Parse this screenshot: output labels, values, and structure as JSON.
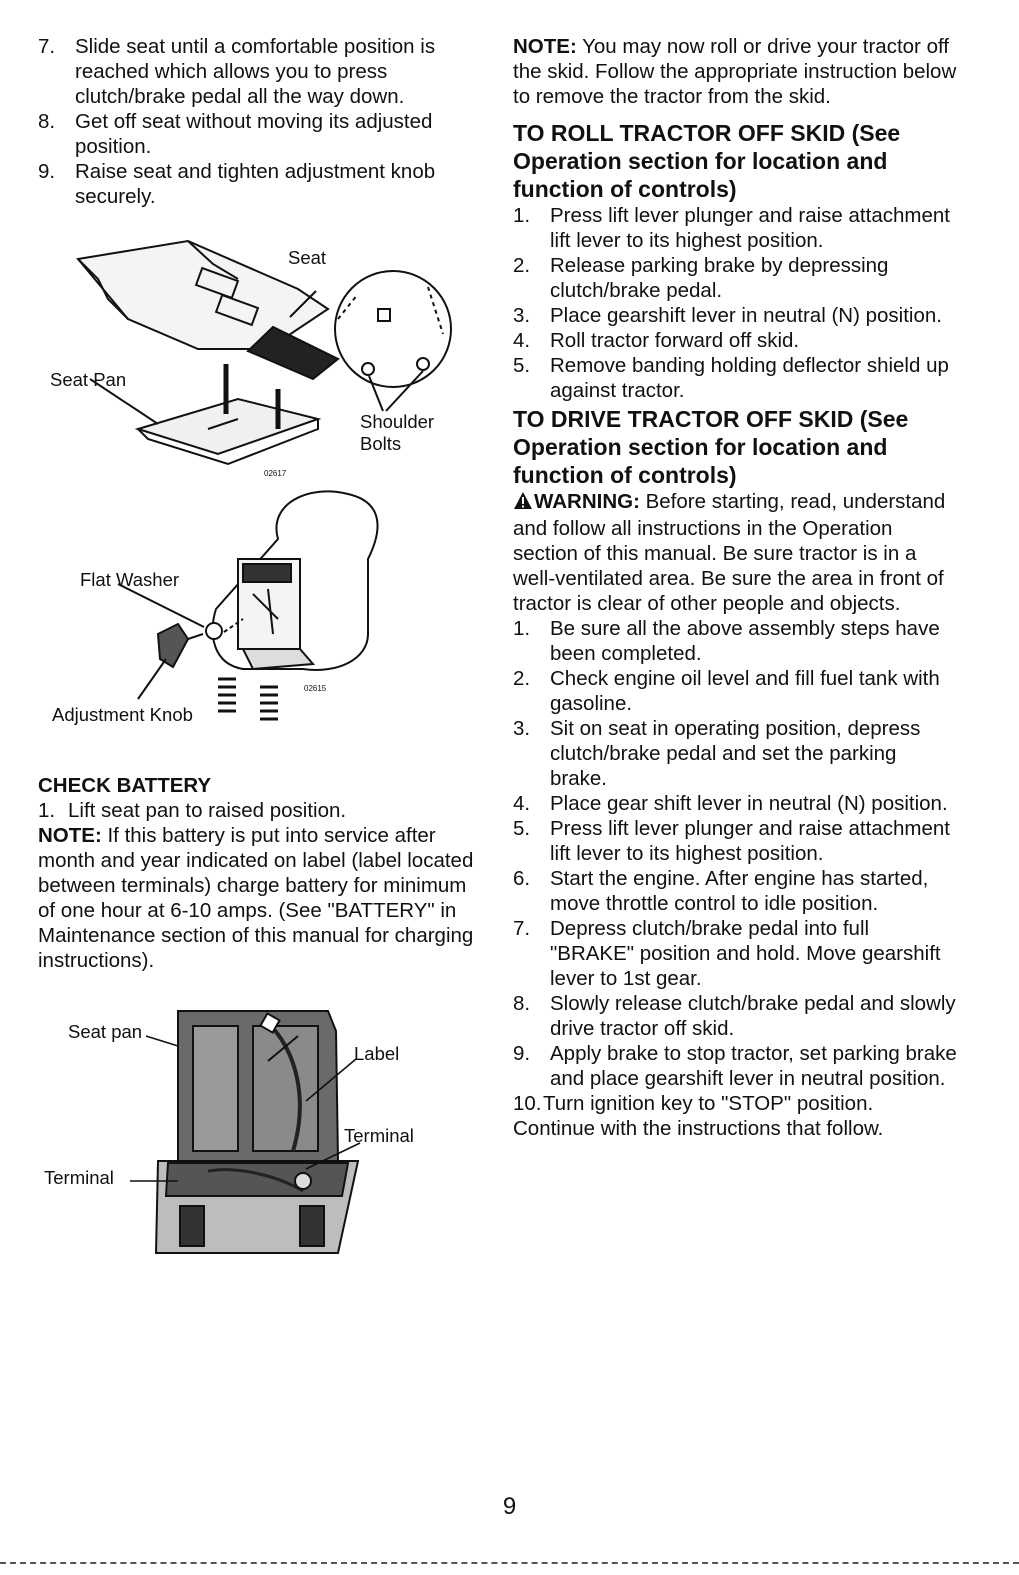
{
  "left": {
    "steps_top": [
      {
        "num": "7.",
        "text": "Slide seat until a comfortable position is reached which allows you to press clutch/brake pedal all the way down."
      },
      {
        "num": "8.",
        "text": "Get off seat without moving its adjusted position."
      },
      {
        "num": "9.",
        "text": "Raise seat and tighten adjustment knob securely."
      }
    ],
    "seat_figure": {
      "seat": "Seat",
      "seat_pan": "Seat Pan",
      "shoulder_bolts": "Shoulder Bolts",
      "flat_washer": "Flat Washer",
      "adjustment_knob": "Adjustment Knob",
      "part_code_a": "02617",
      "part_code_b": "02615"
    },
    "check_battery": {
      "heading": "CHECK BATTERY",
      "step": {
        "num": "1.",
        "text": "Lift seat pan to raised position."
      },
      "note_label": "NOTE:",
      "note_text": "If this battery is put into service after month and year indicated on label (label located between terminals) charge battery for minimum of one hour at 6-10 amps. (See \"BATTERY\" in Maintenance section of this manual for charging instructions)."
    },
    "battery_figure": {
      "seat_pan": "Seat pan",
      "label": "Label",
      "terminal_right": "Terminal",
      "terminal_left": "Terminal"
    }
  },
  "right": {
    "note_label": "NOTE:",
    "note_text": "You may now roll or drive your tractor off the skid. Follow the appropriate instruction below to remove the tractor from the skid.",
    "roll": {
      "heading": "TO ROLL TRACTOR OFF SKID (See Operation section for location and function of controls)",
      "steps": [
        {
          "num": "1.",
          "text": "Press lift lever plunger and raise attachment lift lever to its highest position."
        },
        {
          "num": "2.",
          "text": "Release parking brake by depressing clutch/brake pedal."
        },
        {
          "num": "3.",
          "text": "Place gearshift lever in neutral (N) position."
        },
        {
          "num": "4.",
          "text": "Roll tractor forward off skid."
        },
        {
          "num": "5.",
          "text": "Remove banding holding deflector shield up against tractor."
        }
      ]
    },
    "drive": {
      "heading": "TO DRIVE TRACTOR OFF SKID (See Operation section for location and function of controls)",
      "warning_label": "WARNING:",
      "warning_text": "Before starting, read, understand and follow all instructions in the Operation section of this manual. Be sure tractor is in a well-ventilated area. Be sure the area in front of tractor is clear of other people and objects.",
      "steps": [
        {
          "num": "1.",
          "text": "Be sure all the above assembly steps have been completed."
        },
        {
          "num": "2.",
          "text": "Check engine oil level and fill fuel tank with gasoline."
        },
        {
          "num": "3.",
          "text": "Sit on seat in operating position, depress clutch/brake pedal and set the parking brake."
        },
        {
          "num": "4.",
          "text": "Place gear shift lever in neutral (N) position."
        },
        {
          "num": "5.",
          "text": "Press lift lever plunger and raise attachment lift lever to its highest position."
        },
        {
          "num": "6.",
          "text": "Start the engine. After engine has started, move throttle control to idle position."
        },
        {
          "num": "7.",
          "text": "Depress clutch/brake pedal into full \"BRAKE\" position and hold. Move gearshift lever to 1st gear."
        },
        {
          "num": "8.",
          "text": "Slowly release clutch/brake pedal and slowly drive tractor off skid."
        },
        {
          "num": "9.",
          "text": "Apply brake to stop tractor, set parking brake and place gearshift lever in neutral position."
        },
        {
          "num": "10.",
          "text": "Turn ignition key to \"STOP\" position."
        }
      ],
      "closing": "Continue with the instructions that follow."
    }
  },
  "page_number": "9"
}
